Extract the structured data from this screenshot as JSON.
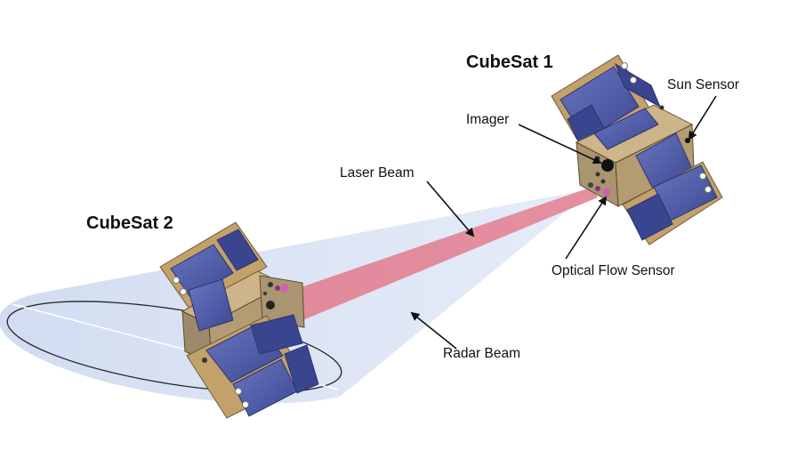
{
  "satellites": {
    "sat1": {
      "title": "CubeSat 1"
    },
    "sat2": {
      "title": "CubeSat 2"
    }
  },
  "labels": {
    "imager": "Imager",
    "sun_sensor": "Sun Sensor",
    "laser_beam": "Laser Beam",
    "optical_flow_sensor": "Optical Flow Sensor",
    "radar_beam": "Radar Beam"
  },
  "colors": {
    "radar_beam": "#c9d6ee",
    "laser_beam": "#e07a8c",
    "panel": "#4e5aa6",
    "panel_dark": "#2f3a86",
    "frame": "#b89868",
    "body": "#a08c6c"
  }
}
